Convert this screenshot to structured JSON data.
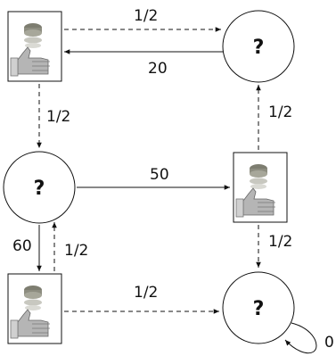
{
  "nodes": {
    "q_top": {
      "label": "?"
    },
    "q_mid": {
      "label": "?"
    },
    "q_bottom": {
      "label": "?"
    }
  },
  "boxes": {
    "coin_hand_top": {
      "icon": "coin-toss-hand-icon"
    },
    "coin_hand_right": {
      "icon": "coin-toss-hand-icon"
    },
    "coin_hand_bottom": {
      "icon": "coin-toss-hand-icon"
    }
  },
  "edges": {
    "top_box_to_q_top": {
      "label": "1/2",
      "style": "dashed"
    },
    "q_top_to_top_box": {
      "label": "20",
      "style": "solid"
    },
    "top_box_to_q_mid": {
      "label": "1/2",
      "style": "dashed"
    },
    "q_mid_to_right_box": {
      "label": "50",
      "style": "solid"
    },
    "right_box_to_q_top": {
      "label": "1/2",
      "style": "dashed"
    },
    "right_box_to_q_bottom": {
      "label": "1/2",
      "style": "dashed"
    },
    "q_mid_to_bottom_box": {
      "label": "60",
      "style": "solid"
    },
    "bottom_box_to_q_mid": {
      "label": "1/2",
      "style": "dashed"
    },
    "bottom_box_to_q_bottom": {
      "label": "1/2",
      "style": "dashed"
    },
    "q_bottom_self_loop": {
      "label": "0",
      "style": "solid"
    }
  },
  "colors": {
    "stroke": "#111111",
    "background": "#ffffff",
    "coin": "#8a8a7a",
    "skin": "#b9b9b9"
  }
}
